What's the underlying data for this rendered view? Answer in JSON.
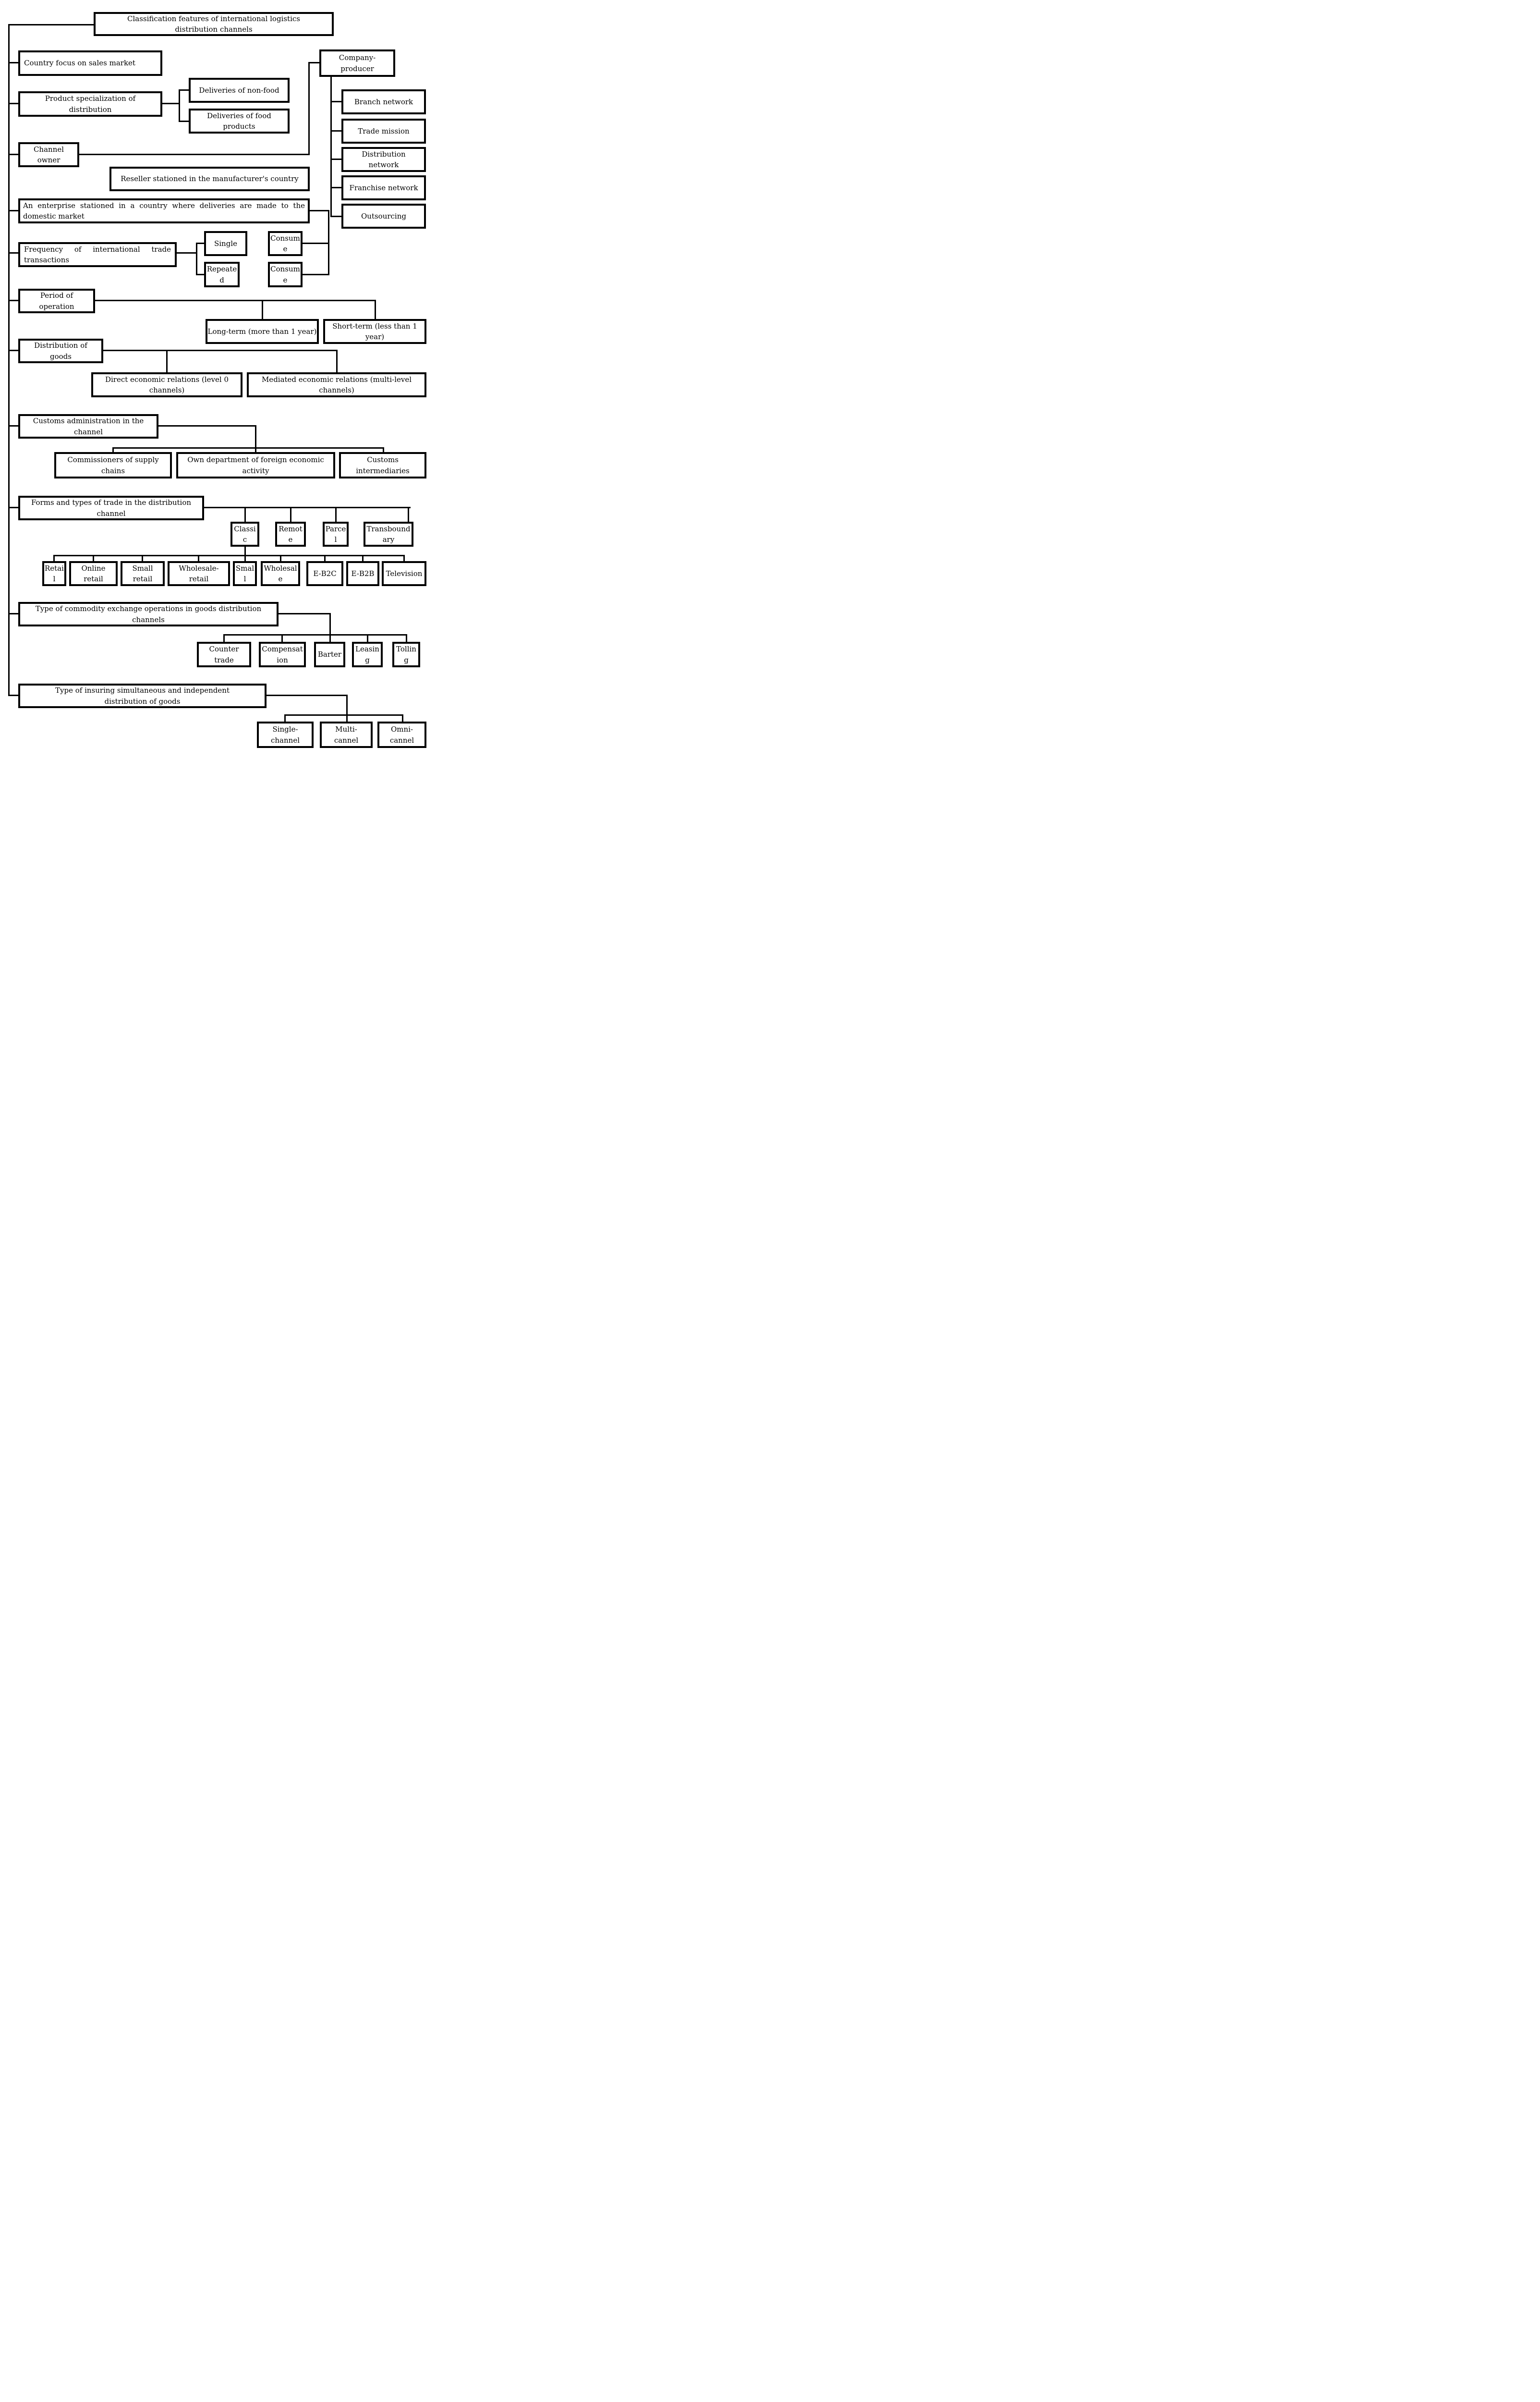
{
  "colors": {
    "ink": "#000000",
    "paper": "#ffffff"
  },
  "diagram": {
    "root": "Classification features of international logistics distribution channels",
    "branches": [
      {
        "label": "Country focus on sales market"
      },
      {
        "label": "Product specialization of distribution",
        "children": [
          {
            "label": "Deliveries of non-food"
          },
          {
            "label": "Deliveries of food products"
          }
        ]
      },
      {
        "label": "Channel owner",
        "children": [
          {
            "label": "Company-producer",
            "children": [
              {
                "label": "Branch network"
              },
              {
                "label": "Trade mission"
              },
              {
                "label": "Distribution network"
              },
              {
                "label": "Franchise network"
              },
              {
                "label": "Outsourcing"
              }
            ]
          },
          {
            "label": "Reseller stationed in the manufacturer's country"
          },
          {
            "label": "An enterprise stationed in a country where deliveries are made to the domestic market",
            "children": [
              {
                "label": "Consume"
              },
              {
                "label": "Consume"
              }
            ]
          }
        ]
      },
      {
        "label": "Frequency of international trade transactions",
        "children": [
          {
            "label": "Single"
          },
          {
            "label": "Repeated"
          }
        ]
      },
      {
        "label": "Period of operation",
        "children": [
          {
            "label": "Long-term (more than 1 year)"
          },
          {
            "label": "Short-term (less than 1 year)"
          }
        ]
      },
      {
        "label": "Distribution of goods",
        "children": [
          {
            "label": "Direct economic relations (level 0 channels)"
          },
          {
            "label": "Mediated economic relations (multi-level channels)"
          }
        ]
      },
      {
        "label": "Customs administration in the channel",
        "children": [
          {
            "label": "Commissioners of supply chains"
          },
          {
            "label": "Own department of foreign economic activity"
          },
          {
            "label": "Customs intermediaries"
          }
        ]
      },
      {
        "label": "Forms and types of trade in the distribution channel",
        "children": [
          {
            "label": "Classic",
            "children": [
              {
                "label": "Retail"
              },
              {
                "label": "Online retail"
              },
              {
                "label": "Small retail"
              },
              {
                "label": "Wholesale-retail"
              },
              {
                "label": "Small"
              },
              {
                "label": "Wholesale"
              },
              {
                "label": "E-B2C"
              },
              {
                "label": "E-B2B"
              },
              {
                "label": "Television"
              }
            ]
          },
          {
            "label": "Remote"
          },
          {
            "label": "Parcel"
          },
          {
            "label": "Transboundary"
          }
        ]
      },
      {
        "label": "Type of commodity exchange operations in goods distribution channels",
        "children": [
          {
            "label": "Counter trade"
          },
          {
            "label": "Compensation"
          },
          {
            "label": "Barter"
          },
          {
            "label": "Leasing"
          },
          {
            "label": "Tolling"
          }
        ]
      },
      {
        "label": "Type of insuring simultaneous and independent distribution of goods",
        "children": [
          {
            "label": "Single-channel"
          },
          {
            "label": "Multi-cannel"
          },
          {
            "label": "Omni-cannel"
          }
        ]
      }
    ]
  }
}
